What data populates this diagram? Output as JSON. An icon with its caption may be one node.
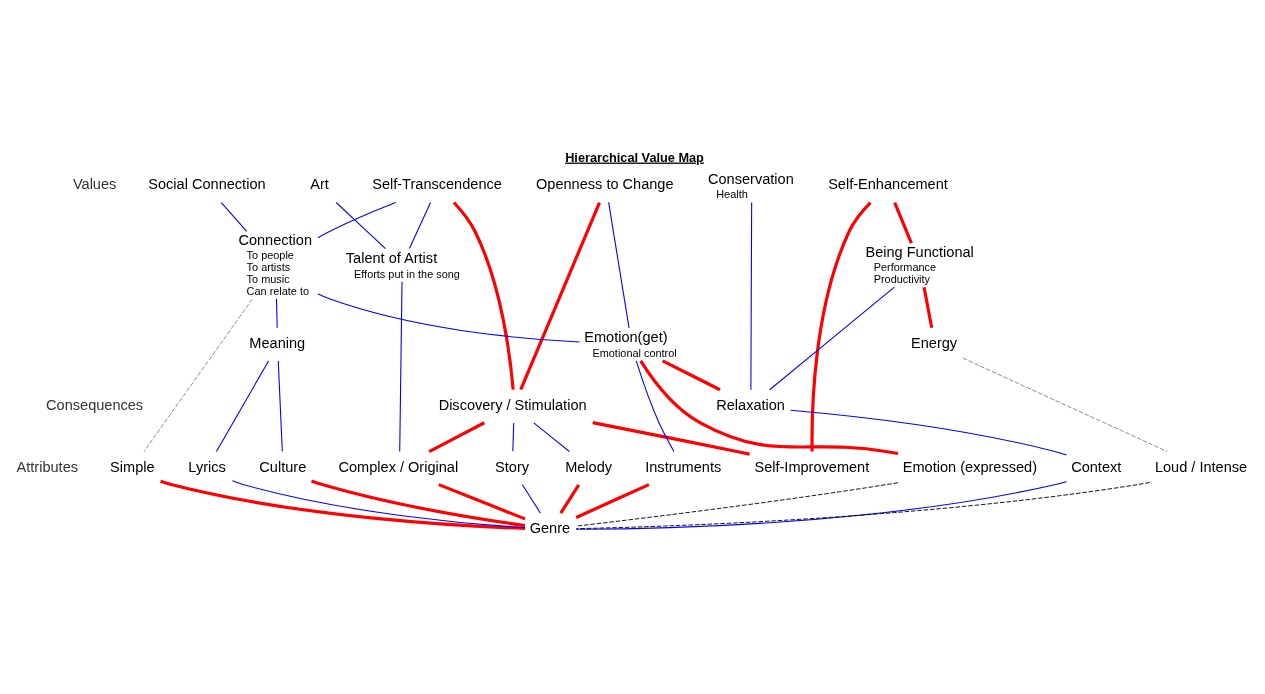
{
  "diagram": {
    "title": "Hierarchical Value Map",
    "nodes": [
      {
        "text": [
          "Social Connection"
        ]
      },
      {
        "text": [
          "Art"
        ]
      },
      {
        "text": [
          "Self-Transcendence"
        ]
      },
      {
        "text": [
          "Openness to Change"
        ]
      },
      {
        "text": [
          "Conservation",
          "Health"
        ]
      },
      {
        "text": [
          "Self-Enhancement"
        ]
      },
      {
        "text": [
          "Self-Improvement"
        ]
      },
      {
        "text": [
          "Connection",
          "To people",
          "To artists",
          "To music",
          "Can relate to"
        ]
      },
      {
        "text": [
          "Talent of Artist",
          "Efforts put in the song"
        ]
      },
      {
        "text": [
          "Being Functional",
          "Performance",
          "Productivity"
        ]
      },
      {
        "text": [
          "Discovery / Stimulation"
        ]
      },
      {
        "text": [
          "Relaxation"
        ]
      },
      {
        "text": [
          "Emotion(get)",
          "Emotional control"
        ]
      },
      {
        "text": [
          "Energy"
        ]
      },
      {
        "text": [
          "Meaning"
        ]
      },
      {
        "text": [
          "Simple"
        ]
      },
      {
        "text": [
          "Lyrics"
        ]
      },
      {
        "text": [
          "Culture"
        ]
      },
      {
        "text": [
          "Complex / Original"
        ]
      },
      {
        "text": [
          "Story"
        ]
      },
      {
        "text": [
          "Melody"
        ]
      },
      {
        "text": [
          "Instruments"
        ]
      },
      {
        "text": [
          "Emotion (expressed)"
        ]
      },
      {
        "text": [
          "Context"
        ]
      },
      {
        "text": [
          "Loud / Intense"
        ]
      },
      {
        "text": [
          "Genre"
        ]
      }
    ],
    "edges": [
      {
        "from": 0,
        "to": 7,
        "arrow": "none"
      },
      {
        "from": 7,
        "to": 2,
        "arrow": "none"
      },
      {
        "from": 1,
        "to": 8,
        "arrow": "none"
      },
      {
        "from": 8,
        "to": 2,
        "arrow": "none"
      },
      {
        "from": 2,
        "to": 10,
        "arrow": "none",
        "style": "thick",
        "color": "#ff0000"
      },
      {
        "from": 3,
        "to": 10,
        "arrow": "none",
        "style": "thick",
        "color": "#ff0000"
      },
      {
        "from": 3,
        "to": 12,
        "arrow": "none"
      },
      {
        "from": 10,
        "to": 6,
        "arrow": "none",
        "style": "thick",
        "color": "#ff0000"
      },
      {
        "from": 6,
        "to": 5,
        "arrow": "none",
        "style": "thick",
        "color": "#ff0000"
      },
      {
        "from": 5,
        "to": 9,
        "arrow": "none",
        "style": "thick",
        "color": "#ff0000"
      },
      {
        "from": 4,
        "to": 11,
        "arrow": "none"
      },
      {
        "from": 11,
        "to": 9,
        "arrow": "none"
      },
      {
        "from": 9,
        "to": 13,
        "arrow": "none",
        "style": "thick",
        "color": "#ff0000"
      },
      {
        "from": 7,
        "to": 12,
        "arrow": "none"
      },
      {
        "from": 12,
        "to": 11,
        "arrow": "none",
        "style": "thick",
        "color": "#ff0000"
      },
      {
        "from": 7,
        "to": 14,
        "arrow": "none"
      },
      {
        "from": 7,
        "to": 15,
        "arrow": "none",
        "style": "dashed",
        "color": "#808080"
      },
      {
        "from": 14,
        "to": 16,
        "arrow": "none"
      },
      {
        "from": 14,
        "to": 17,
        "arrow": "none"
      },
      {
        "from": 8,
        "to": 18,
        "arrow": "none"
      },
      {
        "from": 10,
        "to": 18,
        "arrow": "none",
        "style": "thick",
        "color": "#ff0000"
      },
      {
        "from": 10,
        "to": 19,
        "arrow": "none"
      },
      {
        "from": 10,
        "to": 20,
        "arrow": "none"
      },
      {
        "from": 12,
        "to": 21,
        "arrow": "none"
      },
      {
        "from": 12,
        "to": 22,
        "arrow": "none",
        "style": "thick",
        "color": "#ff0000"
      },
      {
        "from": 11,
        "to": 23,
        "arrow": "none"
      },
      {
        "from": 13,
        "to": 24,
        "arrow": "none",
        "style": "dashed",
        "color": "#808080"
      },
      {
        "from": 15,
        "to": 25,
        "arrow": "none",
        "style": "thick",
        "color": "#ff0000"
      },
      {
        "from": 16,
        "to": 25,
        "arrow": "none"
      },
      {
        "from": 17,
        "to": 25,
        "arrow": "none",
        "style": "thick",
        "color": "#ff0000"
      },
      {
        "from": 18,
        "to": 25,
        "arrow": "none",
        "style": "thick",
        "color": "#ff0000"
      },
      {
        "from": 19,
        "to": 25,
        "arrow": "none"
      },
      {
        "from": 20,
        "to": 25,
        "arrow": "none",
        "style": "thick",
        "color": "#ff0000"
      },
      {
        "from": 21,
        "to": 25,
        "arrow": "none",
        "style": "thick",
        "color": "#ff0000"
      },
      {
        "from": 22,
        "to": 25,
        "arrow": "none",
        "style": "dashed",
        "color": "#000000"
      },
      {
        "from": 23,
        "to": 25,
        "arrow": "none"
      },
      {
        "from": 24,
        "to": 25,
        "arrow": "none",
        "style": "dashed",
        "color": "#000000"
      }
    ],
    "labels": [
      "Values",
      "Consequences",
      "Attributes"
    ]
  }
}
